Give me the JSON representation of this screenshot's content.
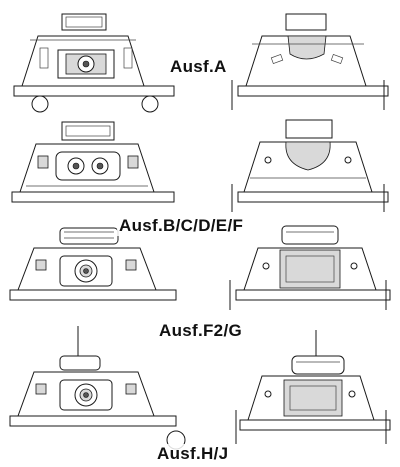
{
  "variants": [
    {
      "label": "Ausf.A"
    },
    {
      "label": "Ausf.B/C/D/E/F"
    },
    {
      "label": "Ausf.F2/G"
    },
    {
      "label": "Ausf.H/J"
    }
  ],
  "colors": {
    "line": "#1a1a1a",
    "background": "#ffffff",
    "shade": "#d9d9d9"
  }
}
